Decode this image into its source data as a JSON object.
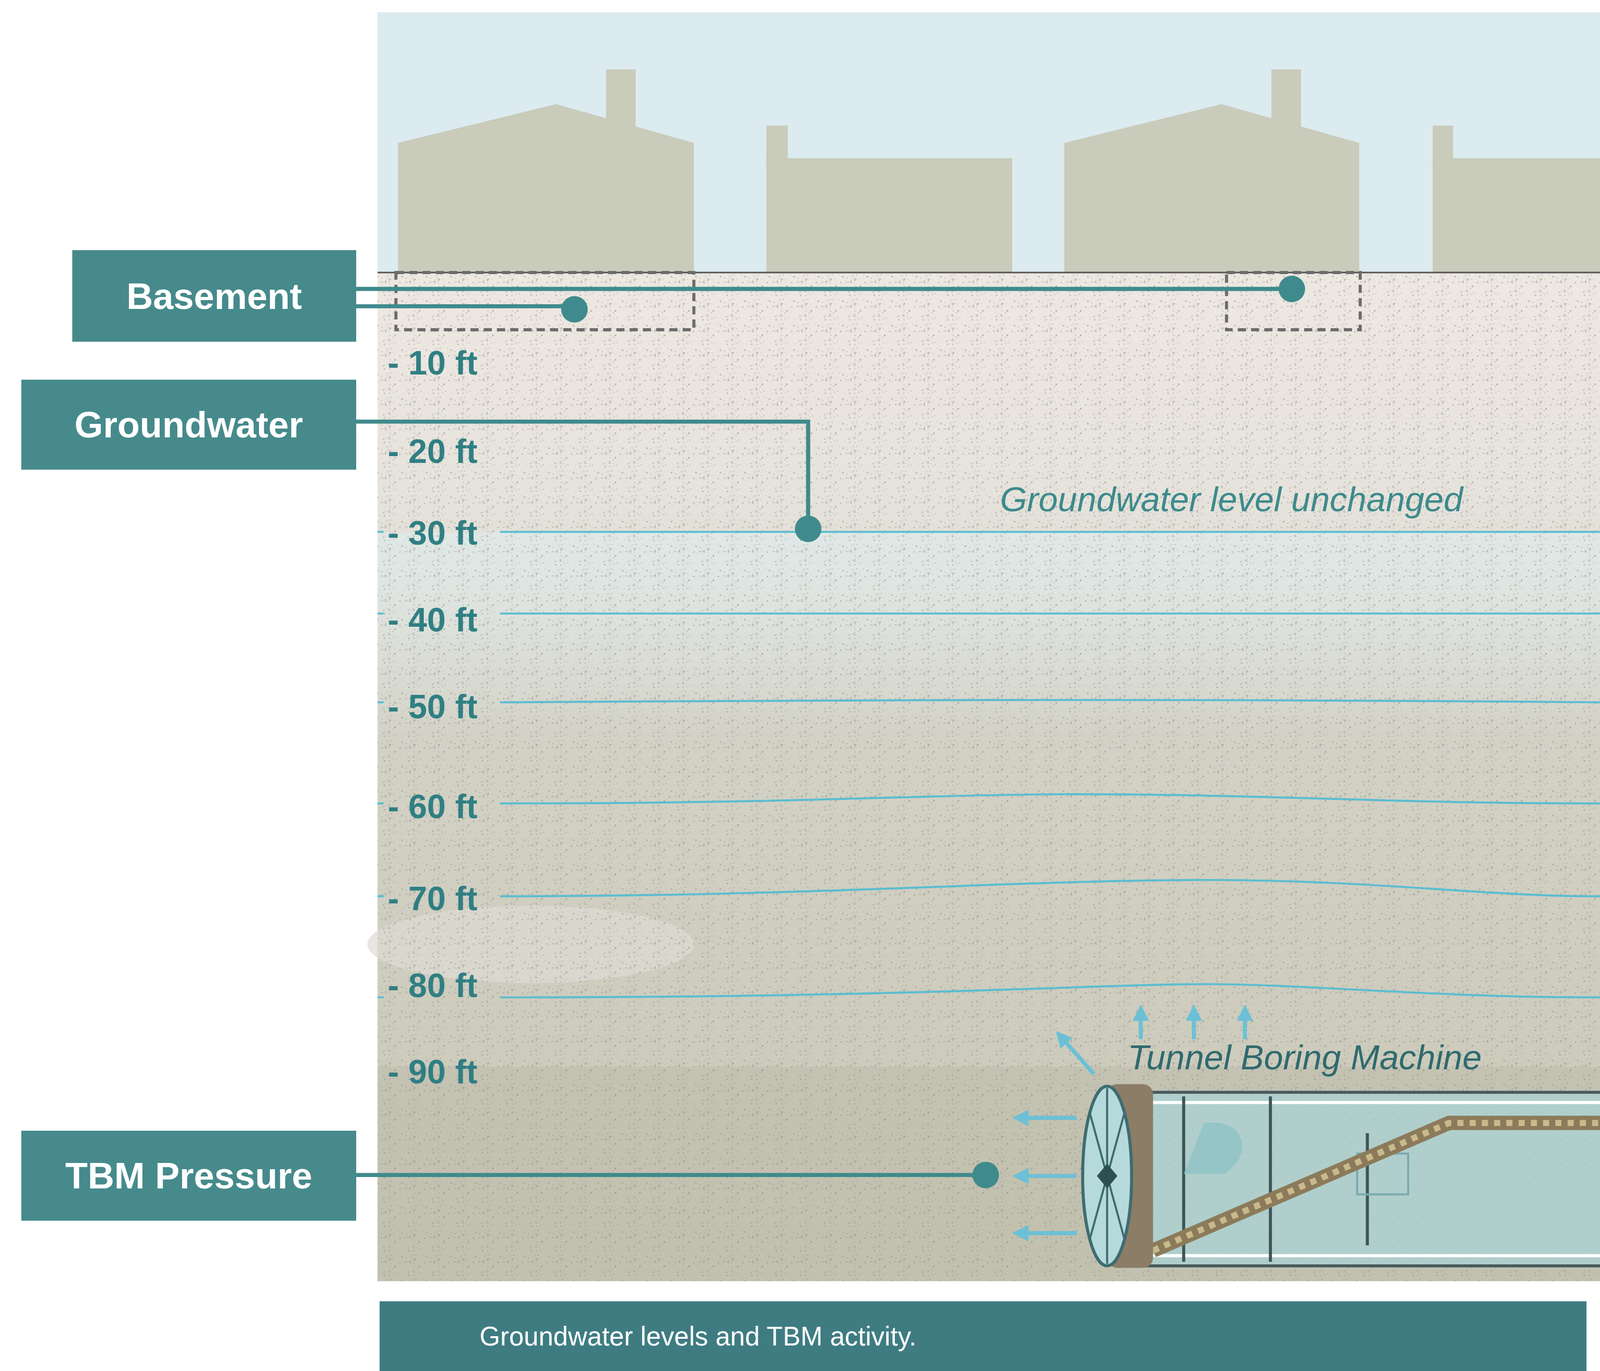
{
  "diagram": {
    "caption": "Groundwater levels and TBM activity.",
    "nodes": [
      {
        "text": [
          "Basement"
        ]
      },
      {
        "text": [
          "Groundwater"
        ]
      },
      {
        "text": [
          "TBM Pressure"
        ]
      }
    ],
    "labels": [
      "- 10 ft",
      "- 20 ft",
      "- 30 ft",
      "- 40 ft",
      "- 50 ft",
      "- 60 ft",
      "- 70 ft",
      "- 80 ft",
      "- 90 ft",
      "Groundwater level unchanged",
      "Tunnel Boring Machine"
    ]
  }
}
